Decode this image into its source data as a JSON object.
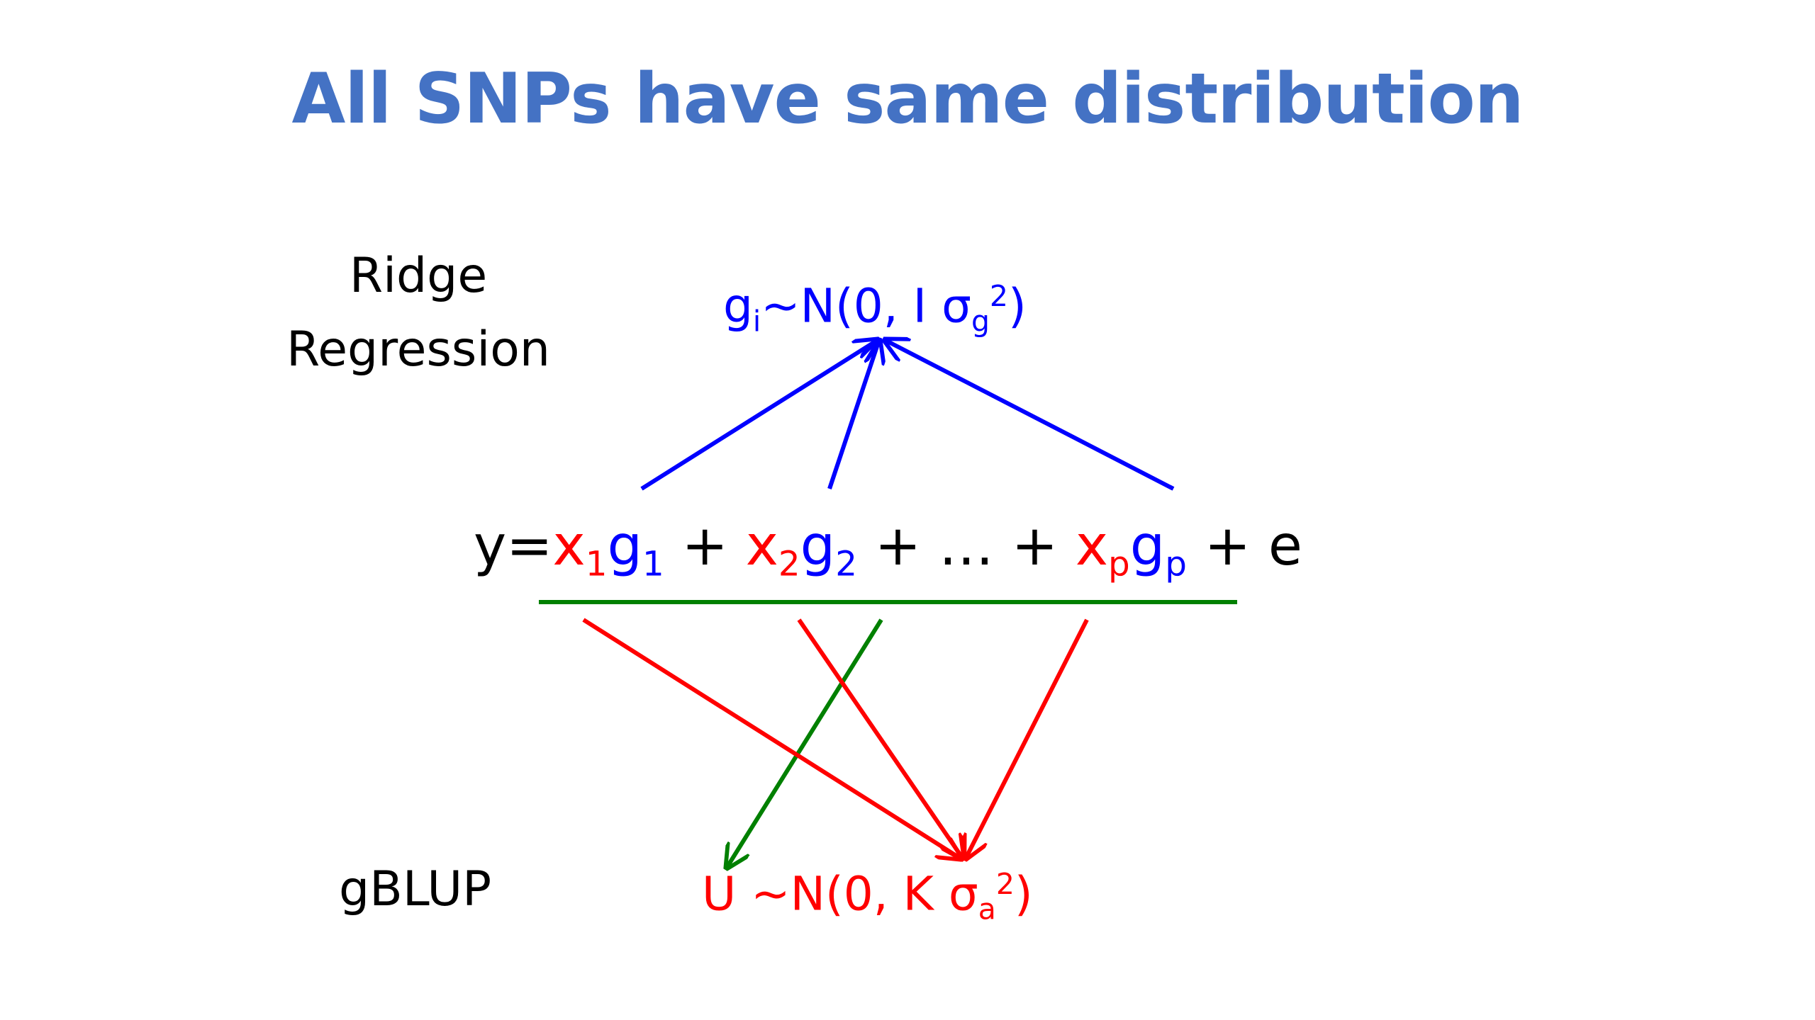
{
  "slide": {
    "title": "All SNPs have same distribution",
    "ridge_label": "Ridge Regression",
    "gblup_label": "gBLUP"
  },
  "formulas": {
    "gi_prior": {
      "g": "g",
      "g_sub": "i",
      "mid": "~N(0, I σ",
      "sigma_sub": "g",
      "sigma_sup": "2",
      "close": ")"
    },
    "main": {
      "y_eq": "y=",
      "x1": "x",
      "x1_sub": "1",
      "g1": "g",
      "g1_sub": "1",
      "plus1": " + ",
      "x2": "x",
      "x2_sub": "2",
      "g2": "g",
      "g2_sub": "2",
      "plus2": " + … + ",
      "xp": "x",
      "xp_sub": "p",
      "gp": "g",
      "gp_sub": "p",
      "tail": " + e"
    },
    "u_prior": {
      "u": "U",
      "mid": " ~N(0,  ",
      "k": "K σ",
      "sigma_sub": "a",
      "sigma_sup": "2",
      "close": ")"
    }
  },
  "colors": {
    "title": "#4472C4",
    "blue": "#0000FF",
    "red": "#FF0000",
    "green": "#008000",
    "black": "#000000"
  }
}
